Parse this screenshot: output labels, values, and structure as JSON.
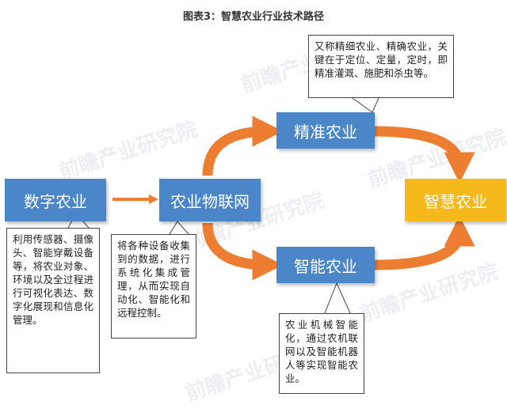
{
  "title": "图表3：智慧农业行业技术路径",
  "watermark": "前瞻产业研究院",
  "colors": {
    "blue": "#4a86c8",
    "gold": "#f5b91c",
    "arrow": "#ed7d31"
  },
  "nodes": {
    "digital": "数字农业",
    "iot": "农业物联网",
    "precision": "精准农业",
    "intelligent": "智能农业",
    "smart": "智慧农业"
  },
  "callouts": {
    "precision": "又称精细农业、精确农业，关键在于定位、定量，定时，即精准灌溉、施肥和杀虫等。",
    "digital": "利用传感器、摄像头、智能穿戴设备等，将农业对象、环境以及全过程进行可视化表达、数字化展现和信息化管理。",
    "iot": "将各种设备收集到的数据，进行系统化集成管理，从而实现自动化、智能化和远程控制。",
    "intelligent": "农业机械智能化，通过农机联网以及智能机器人等实现智能农业。"
  }
}
